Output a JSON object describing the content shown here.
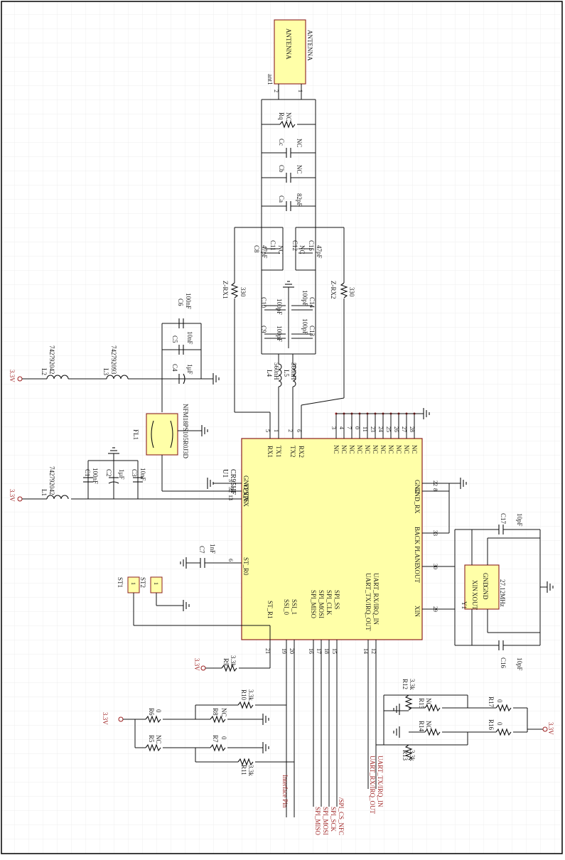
{
  "power": {
    "v33": "3.3V"
  },
  "ic": {
    "ref": "U1",
    "part": "CR95HF",
    "pins_top": [
      {
        "label": "RX1",
        "num": "5"
      },
      {
        "label": "TX1",
        "num": "1"
      },
      {
        "label": "TX2",
        "num": "2"
      },
      {
        "label": "RX2",
        "num": "6"
      }
    ],
    "pins_nc": [
      "3",
      "4",
      "7",
      "0",
      "11",
      "23",
      "24",
      "25",
      "26",
      "27",
      "28"
    ],
    "nc_label": "NC",
    "pins_left": [
      {
        "label": "GND_TX",
        "num": "3"
      },
      {
        "label": "VPS_TX",
        "num": "32"
      },
      {
        "label": "VPS",
        "num": "13"
      },
      {
        "label": "ST_R0",
        "num": "6"
      }
    ],
    "pins_right": [
      {
        "label": "GND",
        "num": "22"
      },
      {
        "label": "GND_RX",
        "num": "8"
      },
      {
        "label": "BACK PLANE",
        "num": "33"
      },
      {
        "label": "XOUT",
        "num": "30"
      },
      {
        "label": "XIN",
        "num": "29"
      }
    ],
    "pins_bottom": [
      {
        "label": "ST_R1",
        "num": "21"
      },
      {
        "label": "SSI_0",
        "num": "19"
      },
      {
        "label": "SSI_1",
        "num": "20"
      },
      {
        "label": "SPI_MISO",
        "num": "16"
      },
      {
        "label": "SPI_MOSI",
        "num": "17"
      },
      {
        "label": "SPI_CLK",
        "num": "18"
      },
      {
        "label": "SPI_SS",
        "num": "15"
      },
      {
        "label": "UART_TX/IRQ_OUT",
        "num": "14"
      },
      {
        "label": "UART_RX/IRQ_IN",
        "num": "12"
      }
    ]
  },
  "antenna": {
    "ref": "ant1",
    "label": "ANTENNA",
    "label2": "ANTENNA",
    "pin1": "1",
    "pin2": "2"
  },
  "match": {
    "Rq": {
      "ref": "Rq",
      "val": "NC"
    },
    "Cc": {
      "ref": "Cc",
      "val": "NC"
    },
    "Cb": {
      "ref": "Cb",
      "val": "NC"
    },
    "Ca": {
      "ref": "Ca",
      "val": "82pF"
    },
    "C8": {
      "ref": "C8",
      "val": "47pF"
    },
    "C11": {
      "ref": "C11",
      "val": "NC"
    },
    "C12": {
      "ref": "C12",
      "val": "NC"
    },
    "C15": {
      "ref": "C15",
      "val": "47pF"
    },
    "C10": {
      "ref": "C10",
      "val": "100pF"
    },
    "C14": {
      "ref": "C14",
      "val": "100pF"
    },
    "C9": {
      "ref": "C9",
      "val": "100pF"
    },
    "C13": {
      "ref": "C13",
      "val": "100pF"
    },
    "ZRX1": {
      "ref": "Z-RX1",
      "val": "330"
    },
    "ZRX2": {
      "ref": "Z-RX2",
      "val": "330"
    },
    "L4": {
      "ref": "L4",
      "val": "560nH"
    },
    "L5": {
      "ref": "L5",
      "val": "560nH"
    }
  },
  "supply": {
    "L2": {
      "ref": "L2",
      "val": "742792042"
    },
    "L3": {
      "ref": "L3",
      "val": "742792093"
    },
    "L1": {
      "ref": "L1",
      "val": "742792042"
    },
    "C4": {
      "ref": "C4",
      "val": "1µF"
    },
    "C5": {
      "ref": "C5",
      "val": "10nF"
    },
    "C6": {
      "ref": "C6",
      "val": "100nF"
    },
    "FL1": {
      "ref": "FL1",
      "val": "NFM18PS105R0J3D"
    },
    "C1": {
      "ref": "C1",
      "val": "100nF"
    },
    "C2": {
      "ref": "C2",
      "val": "1µF"
    },
    "C3": {
      "ref": "C3",
      "val": "10nF"
    },
    "C7": {
      "ref": "C7",
      "val": "1nF"
    },
    "ST1": "ST1",
    "ST2": "ST2"
  },
  "xtal": {
    "ref": "Y1",
    "val": "27.12MHz",
    "xin": "XIN",
    "xout": "XOUT",
    "gnd": "GND",
    "C16": {
      "ref": "C16",
      "val": "10pF"
    },
    "C17": {
      "ref": "C17",
      "val": "10pF"
    }
  },
  "res": {
    "R9": {
      "ref": "R9",
      "val": "3.3k"
    },
    "R10": {
      "ref": "R10",
      "val": "3.3k"
    },
    "R11": {
      "ref": "R11",
      "val": "3.3k"
    },
    "R5": {
      "ref": "R5",
      "val": "NC"
    },
    "R6": {
      "ref": "R6",
      "val": "0"
    },
    "R7": {
      "ref": "R7",
      "val": "0"
    },
    "R8": {
      "ref": "R8",
      "val": "NC"
    },
    "R12": {
      "ref": "R12",
      "val": "3.3k"
    },
    "R13": {
      "ref": "R13",
      "val": "3.3k"
    },
    "R14": {
      "ref": "R14",
      "val": "NC"
    },
    "R15": {
      "ref": "R15",
      "val": "NC"
    },
    "R16": {
      "ref": "R16",
      "val": "0"
    },
    "R17": {
      "ref": "R17",
      "val": "0"
    }
  },
  "nets": {
    "interface": "Interface Pin",
    "spi_miso": "SPI_MISO",
    "spi_mosi": "SPI_MOSI",
    "spi_sck": "SPI_SCK",
    "spi_cs": "/SPI_CS_NFC",
    "uart_out": "UART_RX/IRQ_OUT",
    "uart_in": "UART_TX/IRQ_IN"
  },
  "colors": {
    "ic_fill": "#ffffa8",
    "ic_stroke": "#8b1f1f",
    "grid": "#e6e6e6",
    "power_text": "#9c1c1c"
  }
}
